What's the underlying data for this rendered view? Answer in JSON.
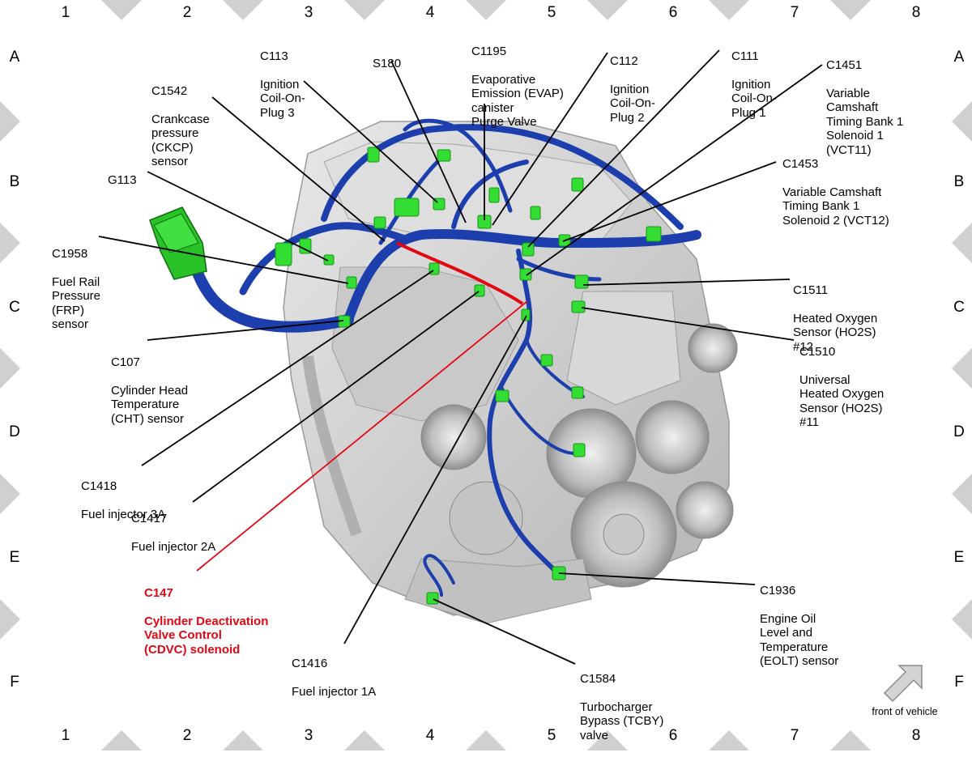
{
  "grid": {
    "columns": [
      "1",
      "2",
      "3",
      "4",
      "5",
      "6",
      "7",
      "8"
    ],
    "rows": [
      "A",
      "B",
      "C",
      "D",
      "E",
      "F"
    ]
  },
  "callouts": {
    "c113": {
      "code": "C113",
      "desc": "Ignition\nCoil-On-\nPlug 3"
    },
    "s180": {
      "code": "S180",
      "desc": ""
    },
    "c1195": {
      "code": "C1195",
      "desc": "Evaporative\nEmission (EVAP)\ncanister\nPurge Valve"
    },
    "c112": {
      "code": "C112",
      "desc": "Ignition\nCoil-On-\nPlug 2"
    },
    "c111": {
      "code": "C111",
      "desc": "Ignition\nCoil-On-\nPlug 1"
    },
    "c1451": {
      "code": "C1451",
      "desc": "Variable\nCamshaft\nTiming Bank 1\nSolenoid 1\n(VCT11)"
    },
    "c1542": {
      "code": "C1542",
      "desc": "Crankcase\npressure\n(CKCP)\nsensor"
    },
    "c1453": {
      "code": "C1453",
      "desc": "Variable Camshaft\nTiming Bank 1\nSolenoid 2 (VCT12)"
    },
    "g113": {
      "code": "G113",
      "desc": ""
    },
    "c1958": {
      "code": "C1958",
      "desc": "Fuel Rail\nPressure\n(FRP)\nsensor"
    },
    "c1511": {
      "code": "C1511",
      "desc": "Heated Oxygen\nSensor (HO2S)\n#12"
    },
    "c107": {
      "code": "C107",
      "desc": "Cylinder Head\nTemperature\n(CHT) sensor"
    },
    "c1510": {
      "code": "C1510",
      "desc": "Universal\nHeated Oxygen\nSensor (HO2S)\n#11"
    },
    "c1418": {
      "code": "C1418",
      "desc": "Fuel injector 3A"
    },
    "c1417": {
      "code": "C1417",
      "desc": "Fuel injector 2A"
    },
    "c147": {
      "code": "C147",
      "desc": "Cylinder Deactivation\nValve Control\n(CDVC) solenoid"
    },
    "c1936": {
      "code": "C1936",
      "desc": "Engine Oil\nLevel and\nTemperature\n(EOLT) sensor"
    },
    "c1416": {
      "code": "C1416",
      "desc": "Fuel injector 1A"
    },
    "c1584": {
      "code": "C1584",
      "desc": "Turbocharger\nBypass (TCBY)\nvalve"
    }
  },
  "front_indicator": {
    "label": "front of vehicle"
  },
  "colors": {
    "harness": "#1d3fae",
    "connector": "#33dd33",
    "highlight": "#e30613",
    "engine": "#cfcfcf",
    "grid_marker": "#d0d0d0"
  }
}
